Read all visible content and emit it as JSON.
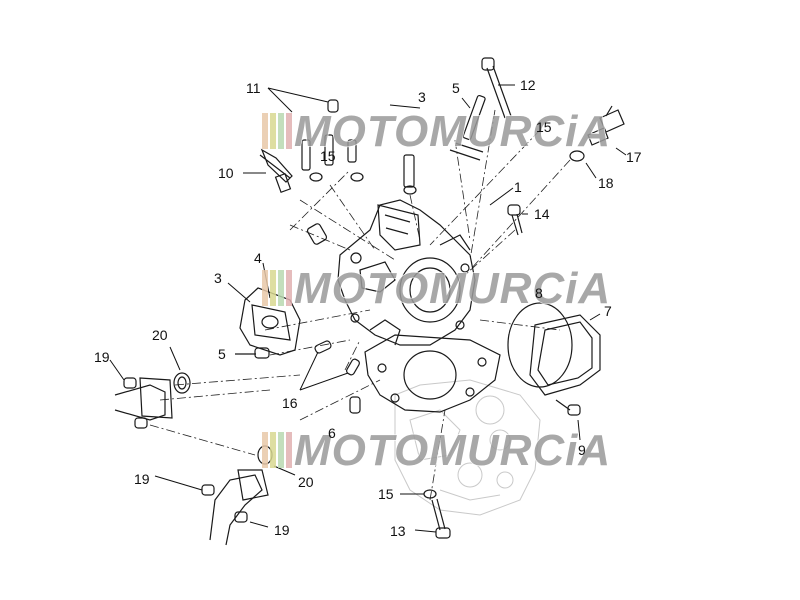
{
  "watermark": {
    "text": "MOTOMURCiA",
    "stripe_colors": [
      "#e8c8a8",
      "#d8d890",
      "#b8d8b0",
      "#e0b0b0"
    ],
    "text_fill": "#9a9a9a",
    "text_stroke": "#ffffff"
  },
  "callouts": [
    {
      "id": "1",
      "text": "1"
    },
    {
      "id": "3a",
      "text": "3"
    },
    {
      "id": "3b",
      "text": "3"
    },
    {
      "id": "4",
      "text": "4"
    },
    {
      "id": "5a",
      "text": "5"
    },
    {
      "id": "5b",
      "text": "5"
    },
    {
      "id": "6",
      "text": "6"
    },
    {
      "id": "7",
      "text": "7"
    },
    {
      "id": "8",
      "text": "8"
    },
    {
      "id": "9",
      "text": "9"
    },
    {
      "id": "10",
      "text": "10"
    },
    {
      "id": "11",
      "text": "11"
    },
    {
      "id": "12",
      "text": "12"
    },
    {
      "id": "13",
      "text": "13"
    },
    {
      "id": "14",
      "text": "14"
    },
    {
      "id": "15a",
      "text": "15"
    },
    {
      "id": "15b",
      "text": "15"
    },
    {
      "id": "15c",
      "text": "15"
    },
    {
      "id": "16",
      "text": "16"
    },
    {
      "id": "17",
      "text": "17"
    },
    {
      "id": "18",
      "text": "18"
    },
    {
      "id": "19a",
      "text": "19"
    },
    {
      "id": "19b",
      "text": "19"
    },
    {
      "id": "19c",
      "text": "19"
    },
    {
      "id": "20a",
      "text": "20"
    },
    {
      "id": "20b",
      "text": "20"
    }
  ]
}
